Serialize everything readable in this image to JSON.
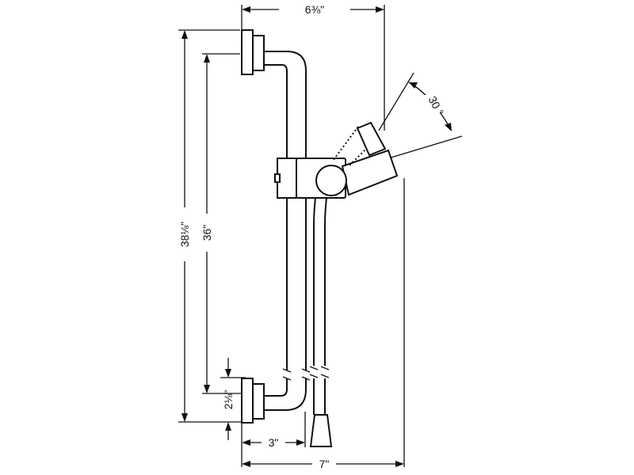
{
  "dimensions": {
    "top_width": "6⅜\"",
    "angle": "30 °",
    "overall_height": "38⅛\"",
    "rail_height": "36\"",
    "bracket_offset": "2⅛\"",
    "wall_offset": "3\"",
    "overall_depth": "7\""
  },
  "colors": {
    "line": "#111111",
    "background": "#ffffff"
  }
}
